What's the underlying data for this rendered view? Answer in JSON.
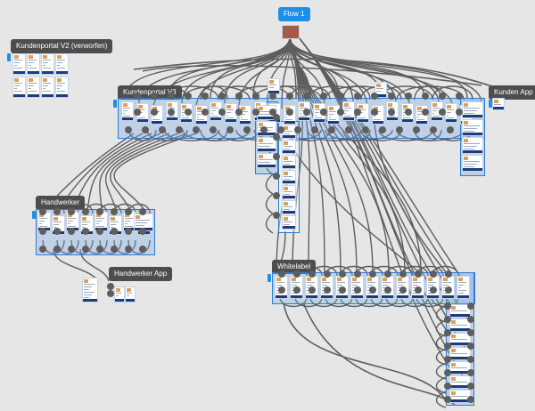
{
  "flow_label": "Flow 1",
  "groups": {
    "kundenportal_v2_verworfen": "Kundenportal V2 (verworfen)",
    "kundenportal_v3": "Kundenportal V3",
    "kunden_app": "Kunden App",
    "handwerker": "Handwerker",
    "handwerker_app": "Handwerker App",
    "whitelabel": "Whitelabel"
  },
  "colors": {
    "canvas": "#e6e6e6",
    "connector": "#5e5e5e",
    "selection": "#1e8fe8",
    "group_fill": "#a8c6ec",
    "label_bg": "#4d4d4d"
  }
}
